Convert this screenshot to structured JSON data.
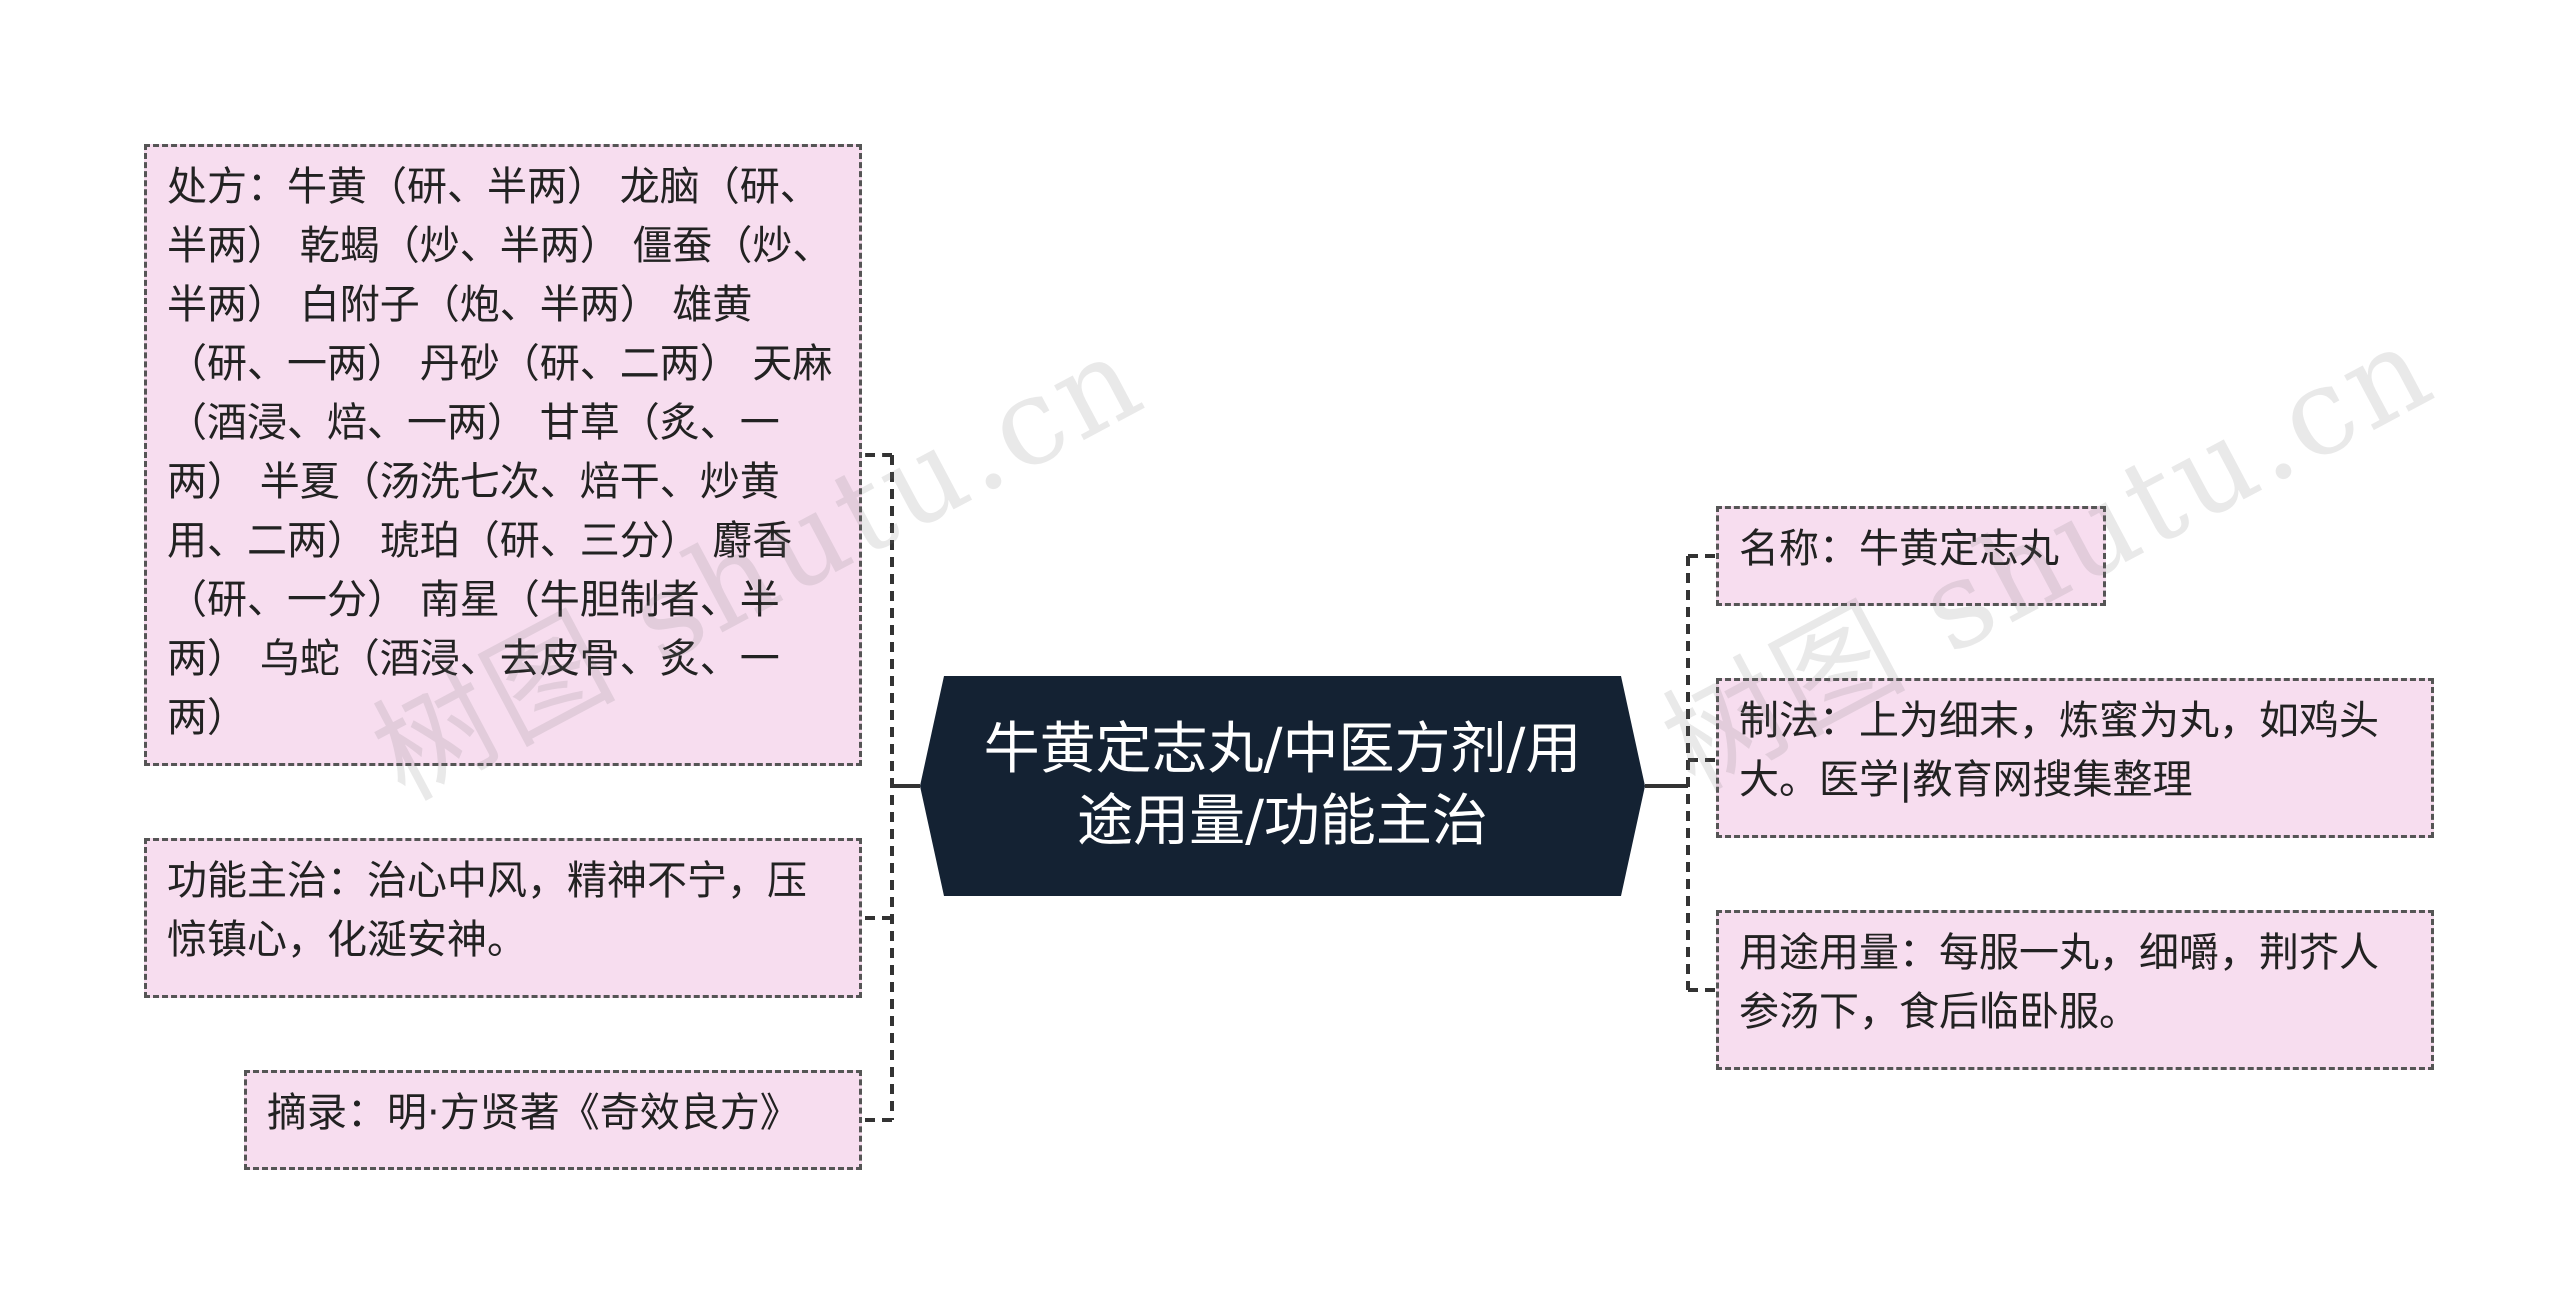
{
  "center": {
    "title": "牛黄定志丸/中医方剂/用途用量/功能主治"
  },
  "left_nodes": {
    "prescription": "处方：牛黄（研、半两） 龙脑（研、半两） 乾蝎（炒、半两） 僵蚕（炒、半两） 白附子（炮、半两） 雄黄（研、一两） 丹砂（研、二两） 天麻（酒浸、焙、一两） 甘草（炙、一两） 半夏（汤洗七次、焙干、炒黄用、二两） 琥珀（研、三分） 麝香（研、一分） 南星（牛胆制者、半两） 乌蛇（酒浸、去皮骨、炙、一两）",
    "function": "功能主治：治心中风，精神不宁，压惊镇心，化涎安神。",
    "excerpt": "摘录：明·方贤著《奇效良方》"
  },
  "right_nodes": {
    "name": "名称：牛黄定志丸",
    "method": "制法：上为细末，炼蜜为丸，如鸡头大。医学|教育网搜集整理",
    "usage": "用途用量：每服一丸，细嚼，荆芥人参汤下，食后临卧服。"
  },
  "watermark": {
    "text": "树图 shutu.cn"
  },
  "colors": {
    "center_bg": "#142233",
    "node_bg": "#f7ddef",
    "node_border": "#555555",
    "connector": "#333333"
  }
}
